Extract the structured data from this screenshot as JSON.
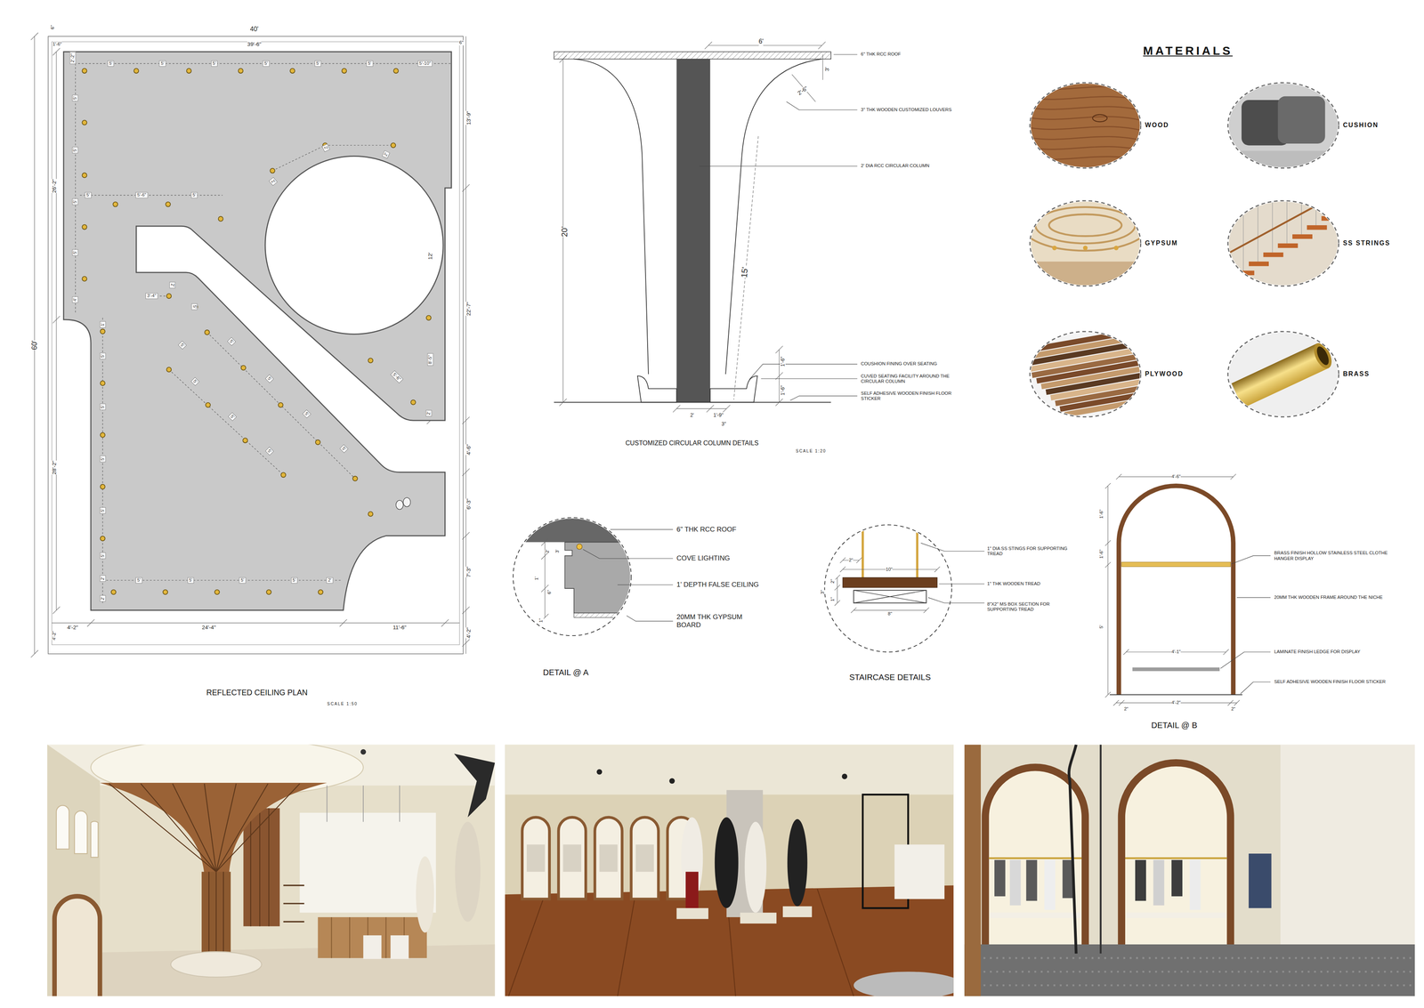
{
  "diagram": {
    "nodes": [
      {
        "text": [
          "WOOD"
        ]
      },
      {
        "text": [
          "CUSHION"
        ]
      },
      {
        "text": [
          "GYPSUM"
        ]
      },
      {
        "text": [
          "SS STRINGS"
        ]
      },
      {
        "text": [
          "PLYWOOD"
        ]
      },
      {
        "text": [
          "BRASS"
        ]
      }
    ],
    "labels": [
      "40'",
      "39'-6\"",
      "1'-6\"",
      "6\"",
      "6\"",
      "60'",
      "26'-2\"",
      "28'-2\"",
      "13'-9\"",
      "22'-7\"",
      "4'-6\"",
      "6'-3\"",
      "7'-3\"",
      "4'-2\"",
      "4'-2\"",
      "24'-4\"",
      "11'-6\"",
      "4'-2\"",
      "2'-2\"",
      "5'",
      "5'",
      "5'",
      "5'",
      "5'",
      "5'",
      "5'-10\"",
      "5'",
      "5'",
      "5'",
      "5'",
      "4'",
      "5'",
      "5'-6\"",
      "5'",
      "2'",
      "2'",
      "2'",
      "12'",
      "3'-4\"",
      "2'",
      "5'",
      "5'",
      "5'",
      "5'",
      "5'",
      "5'",
      "5'",
      "5'",
      "5'",
      "5'-6\"",
      "8'-5\"",
      "2'",
      "1'",
      "5'",
      "5'",
      "5'",
      "5'",
      "5'",
      "2'",
      "2'",
      "5'",
      "5'",
      "5'",
      "5'",
      "2'",
      "REFLECTED CEILING PLAN",
      "SCALE 1:50",
      "6'",
      "3'",
      "2'-6\"",
      "20'",
      "15'",
      "1'-6\"",
      "1'-6\"",
      "2'",
      "1'-9\"",
      "3\"",
      "6\" THK RCC ROOF",
      "3\" THK WOODEN CUSTOMIZED LOUVERS",
      "2' DIA RCC CIRCULAR COLUMN",
      "COUSHION FINING OVER SEATING",
      "CUVED SEATING FACILITY AROUND THE CIRCULAR COLUMN",
      "SELF ADHESIVE WOODEN FINISH FLOOR STICKER",
      "CUSTOMIZED CIRCULAR COLUMN DETAILS",
      "SCALE 1:20",
      "MATERIALS",
      "6\" THK RCC ROOF",
      "COVE LIGHTING",
      "1' DEPTH FALSE CEILING",
      "20MM THK GYPSUM BOARD",
      "2'",
      "3'",
      "1'",
      "6\"",
      "1\"",
      "DETAIL @ A",
      "2\"",
      "10\"",
      "3\"",
      "2\"",
      "1\"",
      "8\"",
      "1\" DIA SS STINGS FOR SUPPORTING TREAD",
      "1\" THK WOODEN TREAD",
      "8\"X2\" MS BOX SECTION FOR SUPPORTING TREAD",
      "STAIRCASE DETAILS",
      "4'-6\"",
      "1'-6\"",
      "1'-6\"",
      "5'",
      "4'-1\"",
      "4'-2\"",
      "2\"",
      "2\"",
      "BRASS FINISH HOLLOW STAINLESS STEEL CLOTHE HANGER DISPLAY",
      "20MM THK WOODEN FRAME AROUND THE NICHE",
      "LAMINATE FINISH LEDGE FOR DISPLAY",
      "SELF ADHESIVE WOODEN FINISH FLOOR STICKER",
      "DETAIL @ B"
    ]
  }
}
